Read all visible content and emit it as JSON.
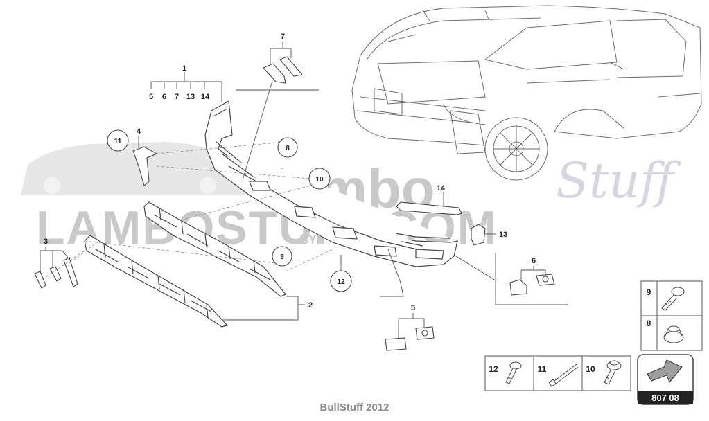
{
  "watermark": {
    "brand_main": "lambo",
    "brand_script": "Stuff",
    "site": "LAMBOSTUFF.COM",
    "byline": "BY"
  },
  "diagram_ref": "807 08",
  "footer": "BullStuff 2012",
  "labels": {
    "group1": "1",
    "group1_children": [
      "5",
      "6",
      "7",
      "13",
      "14"
    ],
    "p2": "2",
    "p3": "3",
    "p4": "4",
    "p5": "5",
    "p6": "6",
    "p7": "7",
    "p13": "13",
    "p14": "14",
    "circle8": "8",
    "circle9": "9",
    "circle10": "10",
    "circle11": "11",
    "circle12": "12"
  },
  "legend_boxes": {
    "b9": "9",
    "b8": "8",
    "b12": "12",
    "b11": "11",
    "b10": "10"
  }
}
